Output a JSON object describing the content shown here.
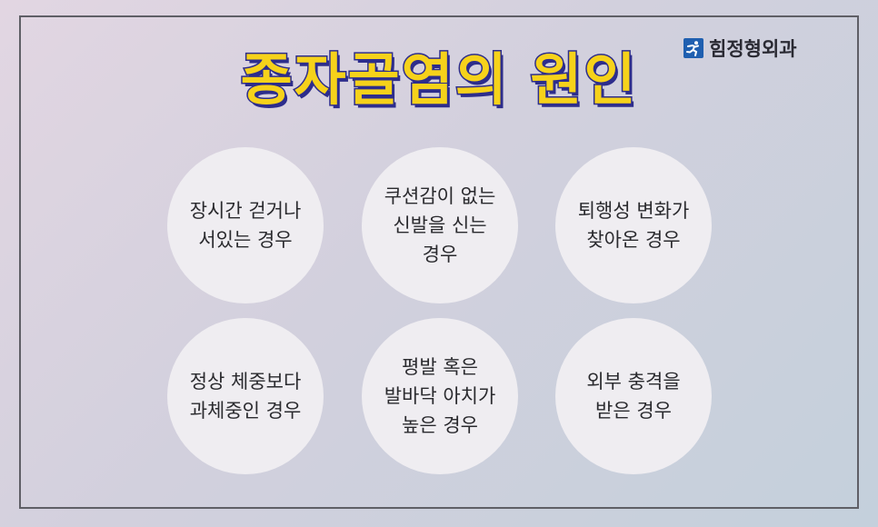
{
  "brand": {
    "name": "힘정형외과",
    "icon": "running-figure-icon"
  },
  "title": "종자골염의 원인",
  "colors": {
    "title_fill": "#f6d21a",
    "title_outline": "#2d2d8c",
    "circle_bg": "#efedf1",
    "frame": "#5f5f66",
    "brand_icon_bg": "#1f5fb0"
  },
  "causes": [
    {
      "text": "장시간 걷거나\n서있는 경우"
    },
    {
      "text": "쿠션감이 없는\n신발을 신는\n경우"
    },
    {
      "text": "퇴행성 변화가\n찾아온 경우"
    },
    {
      "text": "정상 체중보다\n과체중인 경우"
    },
    {
      "text": "평발 혹은\n발바닥 아치가\n높은 경우"
    },
    {
      "text": "외부 충격을\n받은 경우"
    }
  ]
}
